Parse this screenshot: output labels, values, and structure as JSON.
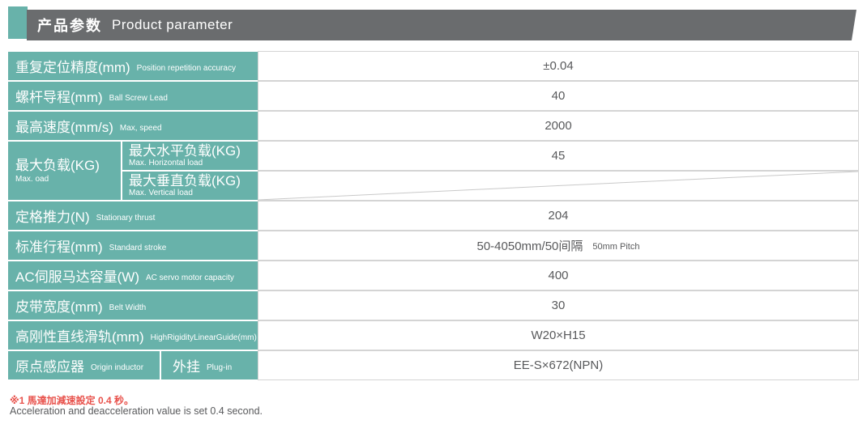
{
  "header": {
    "title_zh": "产品参数",
    "title_en": "Product parameter"
  },
  "colors": {
    "teal_accent": "#68b2aa",
    "header_bar_gray": "#6a6c6e",
    "cell_border_gray": "#d4d4d4",
    "value_text_gray": "#58595b",
    "note_red": "#e8524c"
  },
  "table": {
    "rows": {
      "repetition": {
        "zh": "重复定位精度(mm)",
        "en": "Position repetition accuracy",
        "value": "±0.04"
      },
      "screw_lead": {
        "zh": "螺杆导程(mm)",
        "en": "Ball Screw Lead",
        "value": "40"
      },
      "max_speed": {
        "zh": "最高速度(mm/s)",
        "en": "Max, speed",
        "value": "2000"
      },
      "max_load": {
        "zh": "最大负载(KG)",
        "en": "Max. oad"
      },
      "horizontal_load": {
        "zh": "最大水平负载(KG)",
        "en": "Max. Horizontal load",
        "value": "45"
      },
      "vertical_load": {
        "zh": "最大垂直负载(KG)",
        "en": "Max. Vertical load",
        "value": ""
      },
      "stationary_thrust": {
        "zh": "定格推力(N)",
        "en": "Stationary thrust",
        "value": "204"
      },
      "standard_stroke": {
        "zh": "标准行程(mm)",
        "en": "Standard stroke",
        "value": "50-4050mm/50间隔",
        "value_note": "50mm Pitch"
      },
      "servo_capacity": {
        "zh": "AC伺服马达容量(W)",
        "en": "AC servo motor capacity",
        "value": "400"
      },
      "belt_width": {
        "zh": "皮带宽度(mm)",
        "en": "Belt Width",
        "value": "30"
      },
      "linear_guide": {
        "zh": "高刚性直线滑轨(mm)",
        "en": "HighRigidityLinearGuide(mm)",
        "value": "W20×H15"
      },
      "origin_inductor": {
        "zh": "原点感应器",
        "en": "Origin inductor"
      },
      "plug_in": {
        "zh": "外挂",
        "en": "Plug-in",
        "value": "EE-S×672(NPN)"
      }
    }
  },
  "notes": {
    "zh": "※1 馬達加減速設定 0.4 秒。",
    "en": "Acceleration and deacceleration value is set 0.4 second."
  }
}
